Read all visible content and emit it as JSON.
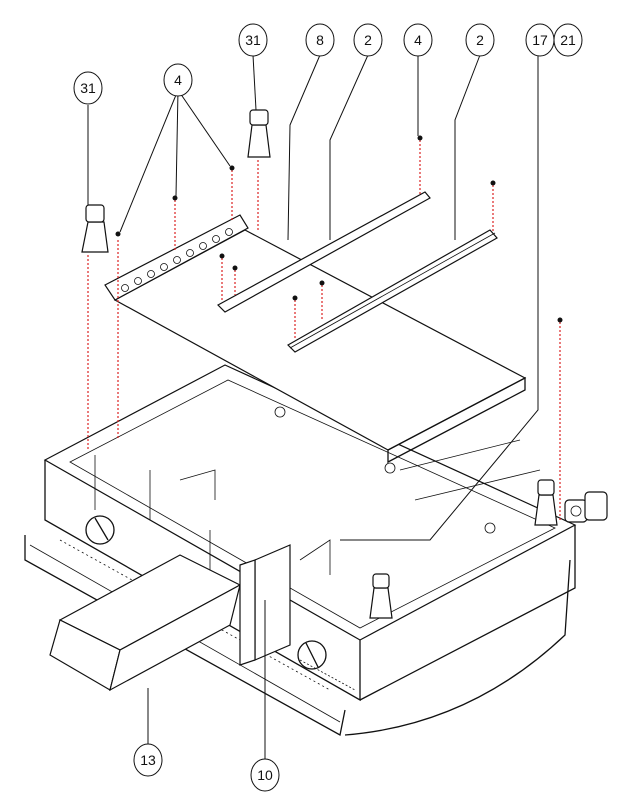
{
  "callouts": [
    "31",
    "4",
    "31",
    "8",
    "2",
    "4",
    "2",
    "17",
    "21",
    "13",
    "10"
  ]
}
